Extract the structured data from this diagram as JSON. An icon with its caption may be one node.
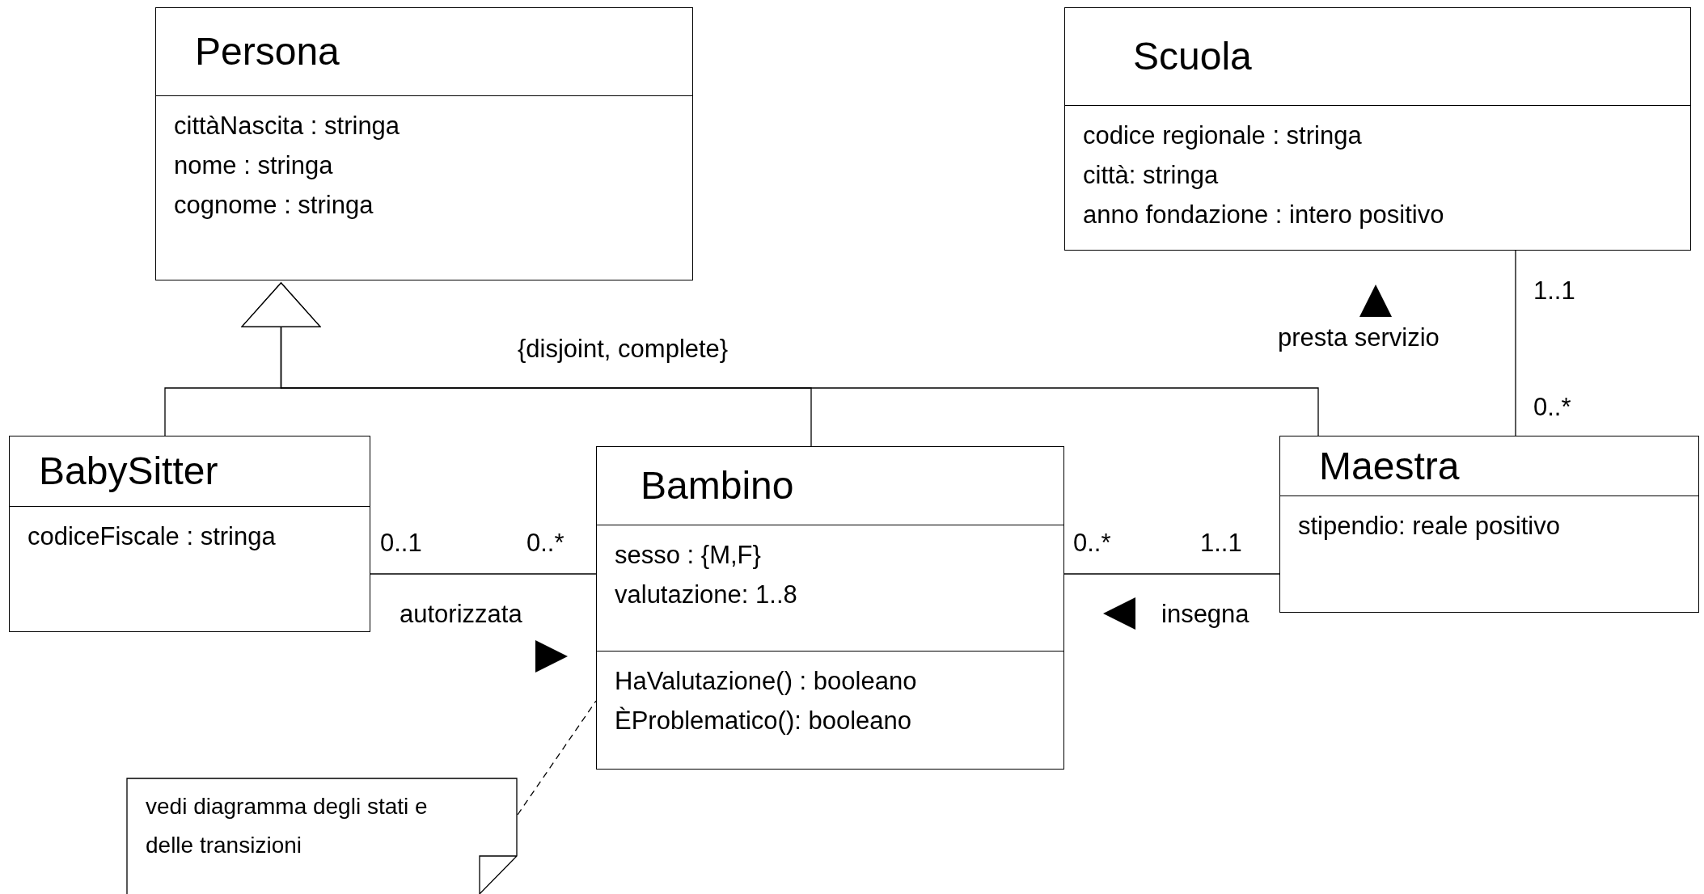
{
  "diagram": {
    "nodes": [
      {
        "text": [
          "Persona",
          "cittàNascita : stringa",
          "nome : stringa",
          "cognome : stringa"
        ]
      },
      {
        "text": [
          "Scuola",
          "codice regionale : stringa",
          "città: stringa",
          "anno fondazione : intero positivo"
        ]
      },
      {
        "text": [
          "BabySitter",
          "codiceFiscale : stringa"
        ]
      },
      {
        "text": [
          "Bambino",
          "sesso : {M,F}",
          "valutazione: 1..8",
          "HaValutazione() : booleano",
          "ÈProblematico(): booleano"
        ]
      },
      {
        "text": [
          "Maestra",
          "stipendio: reale positivo"
        ]
      },
      {
        "text": [
          "vedi diagramma degli stati e delle transizioni"
        ]
      }
    ],
    "edges": [
      {
        "from": 2,
        "to": 0,
        "arrow": "to"
      },
      {
        "from": 3,
        "to": 0,
        "arrow": "to"
      },
      {
        "from": 4,
        "to": 0,
        "arrow": "to"
      },
      {
        "from": 2,
        "to": 3,
        "arrow": "none",
        "label": "autorizzata"
      },
      {
        "from": 3,
        "to": 4,
        "arrow": "none",
        "label": "insegna"
      },
      {
        "from": 1,
        "to": 4,
        "arrow": "none",
        "label": "presta servizio"
      },
      {
        "from": 5,
        "to": 3,
        "arrow": "none",
        "style": "dashed"
      }
    ],
    "labels": [
      "1..1",
      "{disjoint, complete}",
      "0..*",
      "0..1",
      "0..*",
      "0..*",
      "1..1"
    ]
  }
}
